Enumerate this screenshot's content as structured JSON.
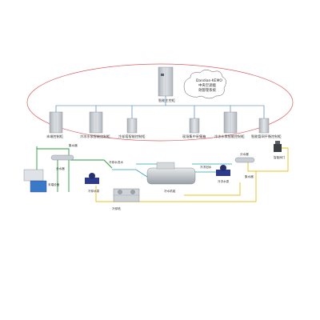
{
  "system_label": {
    "line1": "Dandian-KEMO",
    "line2": "中央空调能",
    "line3": "效管理系统"
  },
  "nodes": {
    "main_cabinet": "智能主控柜",
    "cabinet_1": "末端控制柜",
    "cabinet_2": "冷冻水泵智能控制柜",
    "cabinet_3": "冷却塔智能控制柜",
    "cabinet_4": "现场集中采集箱",
    "cabinet_5": "冷冻水泵智能控制柜",
    "cabinet_6": "智能管网平衡控制柜",
    "terminal": "末端设备",
    "supply_header": "分水器",
    "return_header_left": "集水器",
    "pump_left": "冷却水泵",
    "pump_right": "冷冻水泵",
    "tower": "冷却塔",
    "chiller": "冷水机组",
    "header_right": "分水器",
    "return_header_right": "集水器",
    "valve": "智能阀门",
    "pipe_label": "冷却水进水",
    "mid_label": "冷冻回水"
  },
  "colors": {
    "bus_line": "#2f6fb0",
    "ellipse": "#d96060",
    "green_pipe": "#2a9a3a",
    "yellow_pipe": "#e8c020",
    "teal_pipe": "#2aa0b8",
    "cabinet": "#c9ced4"
  }
}
